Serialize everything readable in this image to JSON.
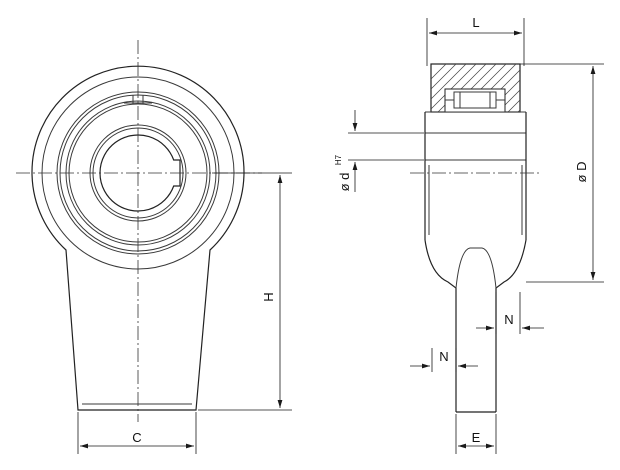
{
  "labels": {
    "L": "L",
    "d": "ø d",
    "d_sup": "H7",
    "D": "ø D",
    "H": "H",
    "N_upper": "N",
    "N_lower": "N",
    "C": "C",
    "E": "E"
  },
  "colors": {
    "line": "#3a3a3a",
    "text": "#111111",
    "background": "#ffffff"
  }
}
